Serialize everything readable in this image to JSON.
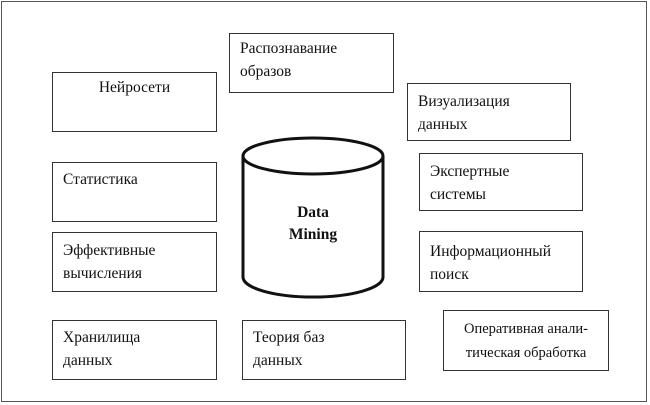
{
  "center": {
    "line1": "Data",
    "line2": "Mining"
  },
  "boxes": {
    "neural_networks": "Нейросети",
    "pattern_recognition": "Распознавание\nобразов",
    "visualization": "Визуализация\nданных",
    "statistics": "Статистика",
    "expert_systems": "Экспертные\nсистемы",
    "efficient_computing": "Эффективные\nвычисления",
    "information_retrieval": "Информационный\nпоиск",
    "data_warehouses": "Хранилища\nданных",
    "database_theory": "Теория баз\nданных",
    "olap": "Оперативная анали-\nтическая обработка"
  }
}
